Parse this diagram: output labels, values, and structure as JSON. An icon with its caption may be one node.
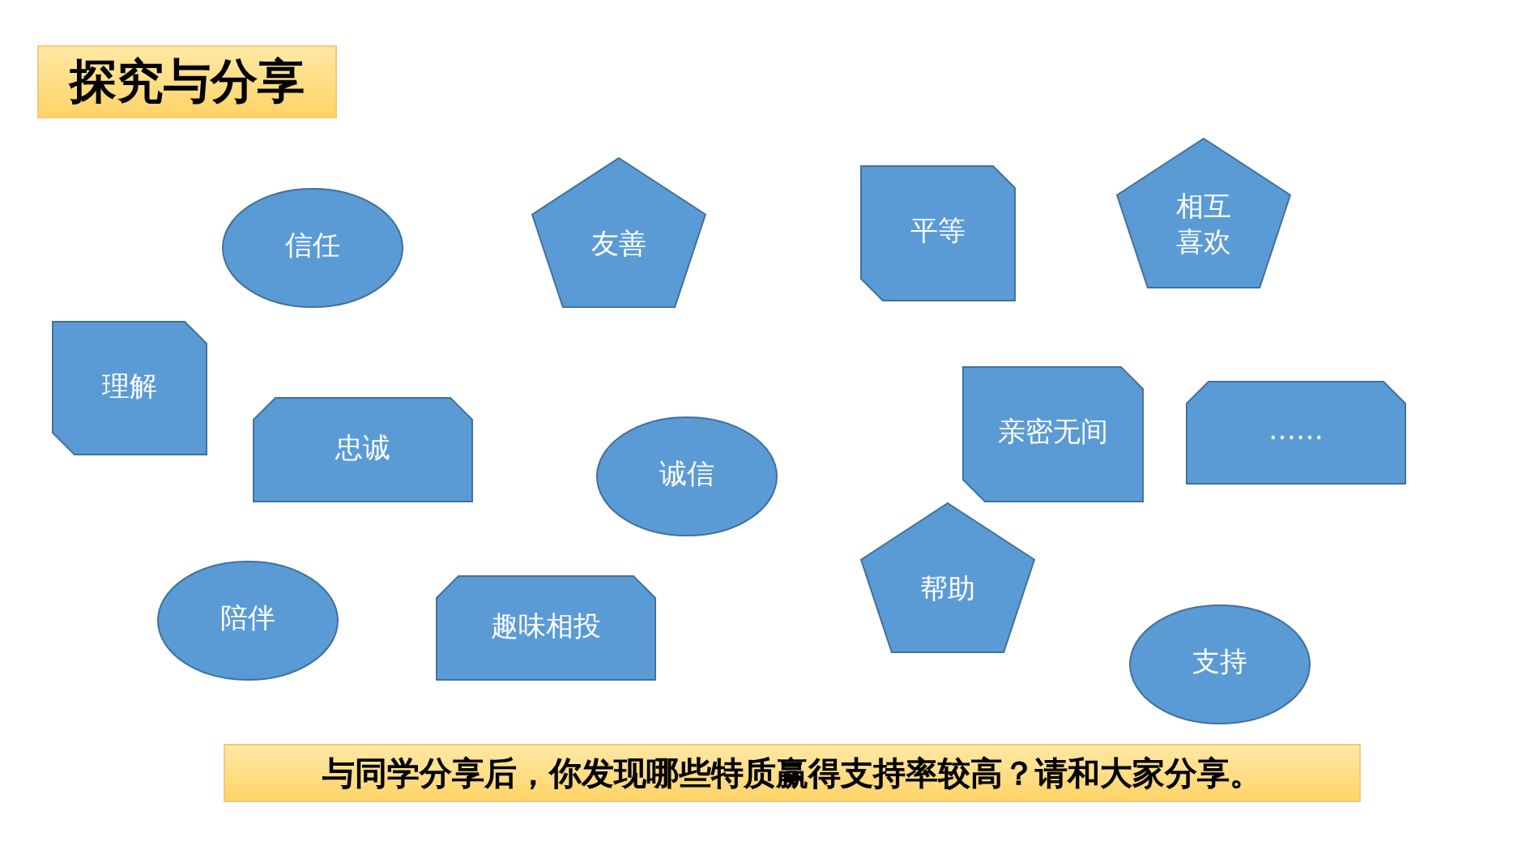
{
  "diagram": {
    "nodes": [
      {
        "text": [
          "探究与分享"
        ]
      },
      {
        "text": [
          "相互喜欢"
        ]
      },
      {
        "text": [
          "平等"
        ]
      },
      {
        "text": [
          "友善"
        ]
      },
      {
        "text": [
          "信任"
        ]
      },
      {
        "text": [
          "理解"
        ]
      },
      {
        "text": [
          "亲密无间"
        ]
      },
      {
        "text": [
          "……"
        ]
      },
      {
        "text": [
          "忠诚"
        ]
      },
      {
        "text": [
          "诚信"
        ]
      },
      {
        "text": [
          "帮助"
        ]
      },
      {
        "text": [
          "陪伴"
        ]
      },
      {
        "text": [
          "趣味相投"
        ]
      },
      {
        "text": [
          "支持"
        ]
      },
      {
        "text": [
          "与同学分享后，你发现哪些特质赢得支持率较高？请和大家分享。"
        ]
      }
    ]
  }
}
